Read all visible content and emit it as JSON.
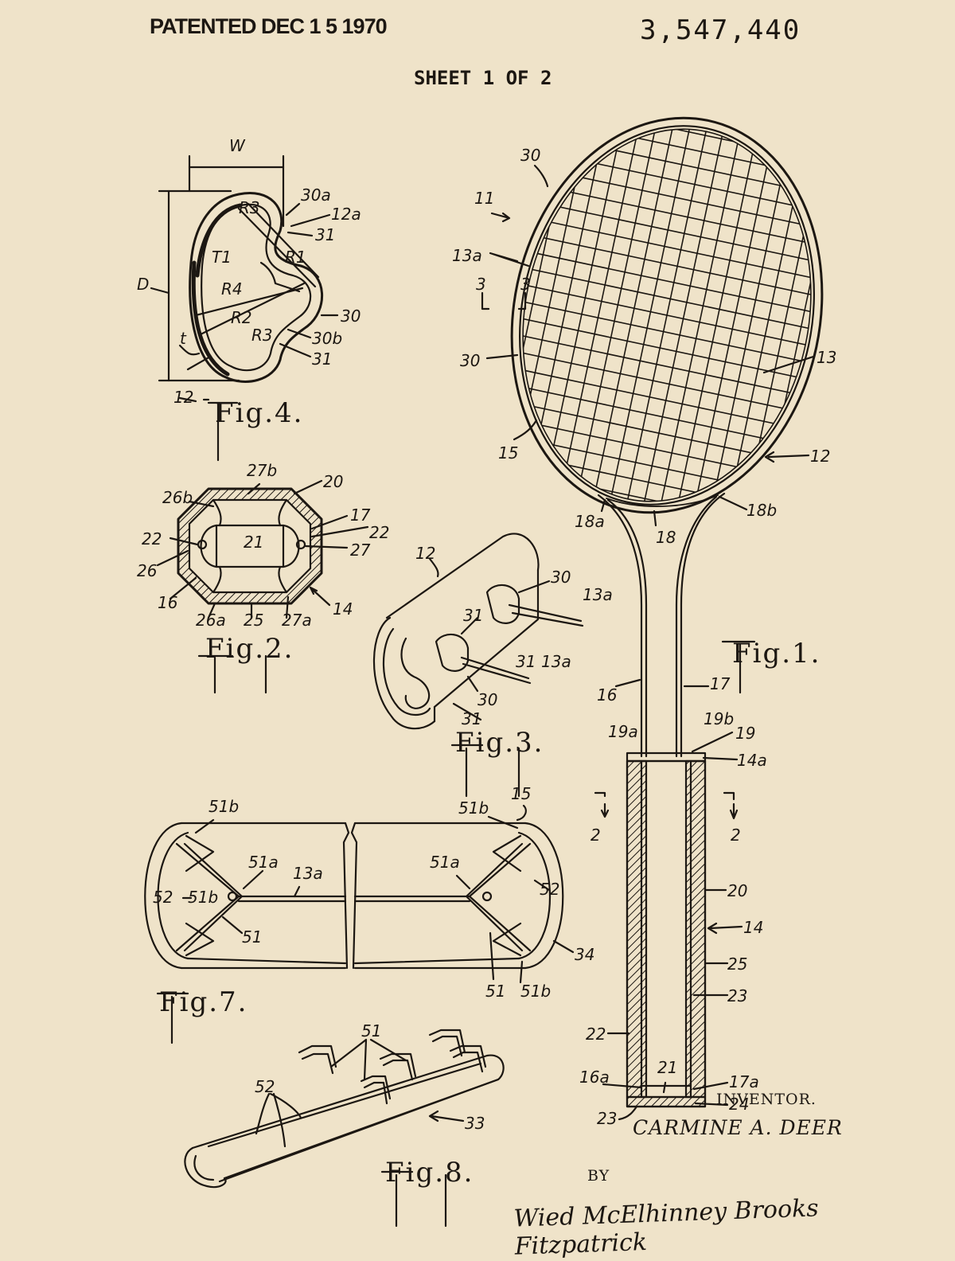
{
  "header": {
    "patented": "PATENTED DEC 1 5 1970",
    "patent_number": "3,547,440",
    "sheet": "SHEET 1 OF 2"
  },
  "figures": {
    "fig1": "Fig.1.",
    "fig2": "Fig.2.",
    "fig3": "Fig.3.",
    "fig4": "Fig.4.",
    "fig7": "Fig.7.",
    "fig8": "Fig.8."
  },
  "labels": {
    "W": "W",
    "D": "D",
    "t": "t",
    "T1": "T1",
    "R1": "R1",
    "R2": "R2",
    "R3a": "R3",
    "R3b": "R3",
    "R4": "R4",
    "l30a": "30a",
    "l12a": "12a",
    "l31a": "31",
    "l30_4": "30",
    "l30b": "30b",
    "l31b": "31",
    "l12_4": "12",
    "l27b": "27b",
    "l20_2": "20",
    "l26b": "26b",
    "l17_2": "17",
    "l22a": "22",
    "l22b": "22",
    "l27": "27",
    "l26": "26",
    "l16_2": "16",
    "l26a": "26a",
    "l25_2": "25",
    "l27a": "27a",
    "l14_2": "14",
    "l21_2": "21",
    "l12_3": "12",
    "l30_3a": "30",
    "l13a_3a": "13a",
    "l31_3a": "31",
    "l31_3b": "31",
    "l13a_3b": "13a",
    "l30_3b": "30",
    "l31_3c": "31",
    "l30_1": "30",
    "l11": "11",
    "l13a_1": "13a",
    "l3a": "3",
    "l3b": "3",
    "l30_1b": "30",
    "l13": "13",
    "l12_1": "12",
    "l15_1": "15",
    "l18a": "18a",
    "l18": "18",
    "l18b": "18b",
    "l16_1": "16",
    "l17_1": "17",
    "l19b": "19b",
    "l19": "19",
    "l19a": "19a",
    "l14a": "14a",
    "l2a": "2",
    "l2b": "2",
    "l20_1": "20",
    "l14_1": "14",
    "l25_1": "25",
    "l23_1": "23",
    "l22_1": "22",
    "l21_1": "21",
    "l16a": "16a",
    "l17a": "17a",
    "l24": "24",
    "l23_1b": "23",
    "l51b_7": "51b",
    "l51a_7": "51a",
    "l13a_7": "13a",
    "l52_7": "52",
    "l51b_7b": "51b",
    "l51_7": "51",
    "l51b_7c": "51b",
    "l15_7": "15",
    "l51a_7b": "51a",
    "l52_7b": "52",
    "l34": "34",
    "l51_7b": "51",
    "l51b_7d": "51b",
    "l51_8": "51",
    "l52_8": "52",
    "l33": "33"
  },
  "inventor": {
    "heading": "INVENTOR.",
    "name": "CARMINE A. DEER",
    "by": "BY",
    "attorneys": "Wied McElhinney Brooks Fitzpatrick"
  }
}
